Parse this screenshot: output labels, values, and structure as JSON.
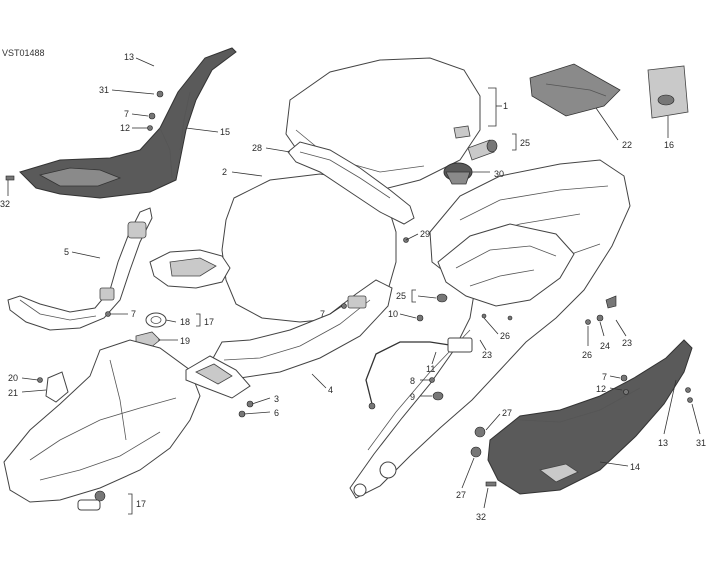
{
  "diagram": {
    "code": "VST01488",
    "labels": [
      {
        "id": "13a",
        "text": "13"
      },
      {
        "id": "31a",
        "text": "31"
      },
      {
        "id": "7a",
        "text": "7"
      },
      {
        "id": "12a",
        "text": "12"
      },
      {
        "id": "15",
        "text": "15"
      },
      {
        "id": "32a",
        "text": "32"
      },
      {
        "id": "2",
        "text": "2"
      },
      {
        "id": "28",
        "text": "28"
      },
      {
        "id": "1",
        "text": "1"
      },
      {
        "id": "22",
        "text": "22"
      },
      {
        "id": "16",
        "text": "16"
      },
      {
        "id": "25a",
        "text": "25"
      },
      {
        "id": "30",
        "text": "30"
      },
      {
        "id": "5",
        "text": "5"
      },
      {
        "id": "29",
        "text": "29"
      },
      {
        "id": "7b",
        "text": "7"
      },
      {
        "id": "18",
        "text": "18"
      },
      {
        "id": "17a",
        "text": "17"
      },
      {
        "id": "19",
        "text": "19"
      },
      {
        "id": "7c",
        "text": "7"
      },
      {
        "id": "25b",
        "text": "25"
      },
      {
        "id": "10",
        "text": "10"
      },
      {
        "id": "26a",
        "text": "26"
      },
      {
        "id": "23a",
        "text": "23"
      },
      {
        "id": "24",
        "text": "24"
      },
      {
        "id": "26b",
        "text": "26"
      },
      {
        "id": "23b",
        "text": "23"
      },
      {
        "id": "20",
        "text": "20"
      },
      {
        "id": "21",
        "text": "21"
      },
      {
        "id": "3",
        "text": "3"
      },
      {
        "id": "6",
        "text": "6"
      },
      {
        "id": "4",
        "text": "4"
      },
      {
        "id": "11",
        "text": "11"
      },
      {
        "id": "8",
        "text": "8"
      },
      {
        "id": "9",
        "text": "9"
      },
      {
        "id": "7d",
        "text": "7"
      },
      {
        "id": "12b",
        "text": "12"
      },
      {
        "id": "27a",
        "text": "27"
      },
      {
        "id": "27b",
        "text": "27"
      },
      {
        "id": "14",
        "text": "14"
      },
      {
        "id": "13b",
        "text": "13"
      },
      {
        "id": "31b",
        "text": "31"
      },
      {
        "id": "17b",
        "text": "17"
      },
      {
        "id": "32b",
        "text": "32"
      }
    ]
  }
}
